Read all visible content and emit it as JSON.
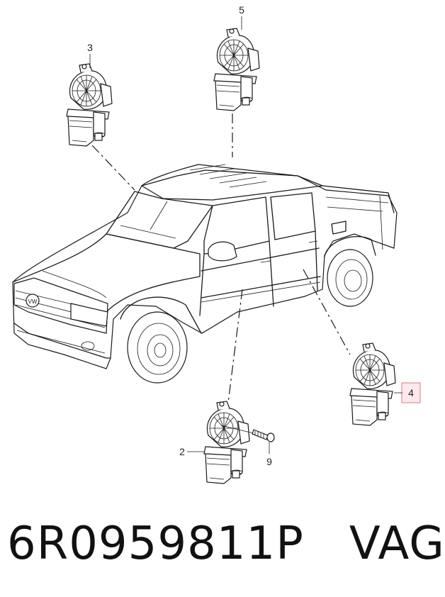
{
  "callouts": {
    "c5": "5",
    "c3": "3",
    "c4": "4",
    "c2": "2",
    "c9": "9"
  },
  "brand_badge": "VW",
  "part_number_line": "6R0959811P   VAG",
  "colors": {
    "highlight_fill": "#fde8ea",
    "highlight_stroke": "#e27a86",
    "line": "#1a1a1a"
  },
  "icons": [
    "window-regulator-motor-icon",
    "screw-icon",
    "pickup-truck-icon"
  ]
}
